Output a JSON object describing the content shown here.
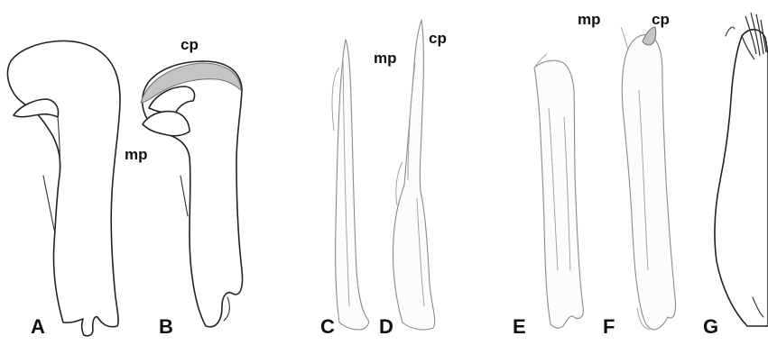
{
  "panels": {
    "A": "A",
    "B": "B",
    "C": "C",
    "D": "D",
    "E": "E",
    "F": "F",
    "G": "G"
  },
  "labels": {
    "b_cp": "cp",
    "b_mp": "mp",
    "d_mp": "mp",
    "d_cp": "cp",
    "f_mp": "mp",
    "f_cp": "cp"
  },
  "colors": {
    "outline": "#222222",
    "shading": "#c4c4c4",
    "faint_outline": "#8a8a8a"
  }
}
